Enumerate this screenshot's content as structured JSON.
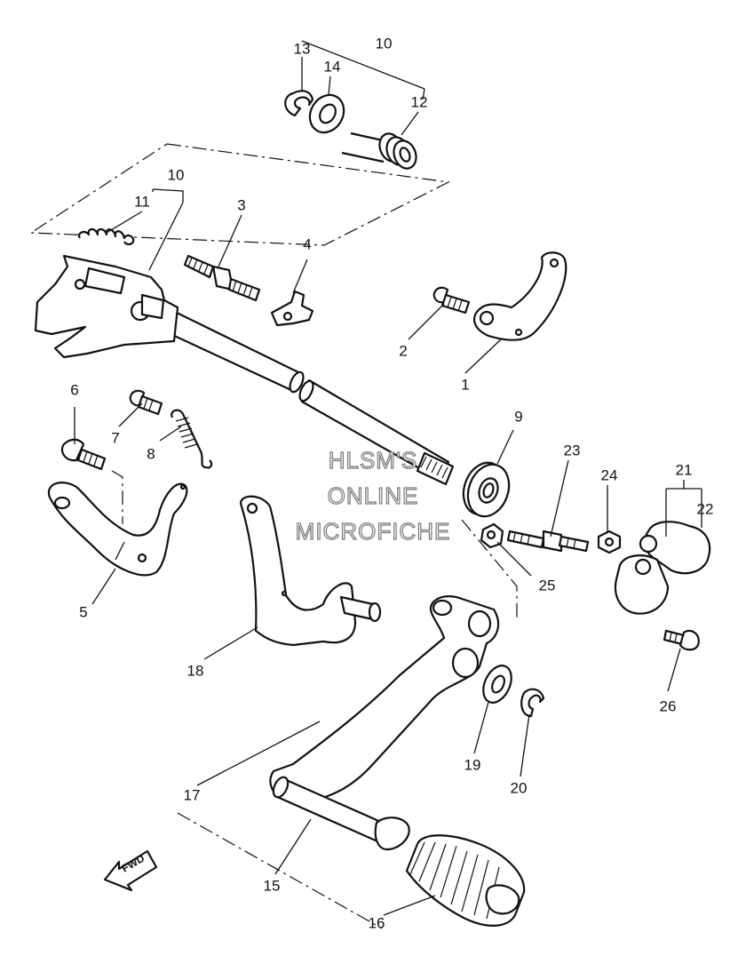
{
  "callouts": [
    {
      "id": "c1",
      "text": "1"
    },
    {
      "id": "c2",
      "text": "2"
    },
    {
      "id": "c3",
      "text": "3"
    },
    {
      "id": "c4",
      "text": "4"
    },
    {
      "id": "c5",
      "text": "5"
    },
    {
      "id": "c6",
      "text": "6"
    },
    {
      "id": "c7",
      "text": "7"
    },
    {
      "id": "c8",
      "text": "8"
    },
    {
      "id": "c9",
      "text": "9"
    },
    {
      "id": "c10a",
      "text": "10"
    },
    {
      "id": "c10b",
      "text": "10"
    },
    {
      "id": "c11",
      "text": "11"
    },
    {
      "id": "c12",
      "text": "12"
    },
    {
      "id": "c13",
      "text": "13"
    },
    {
      "id": "c14",
      "text": "14"
    },
    {
      "id": "c15",
      "text": "15"
    },
    {
      "id": "c16",
      "text": "16"
    },
    {
      "id": "c17",
      "text": "17"
    },
    {
      "id": "c18",
      "text": "18"
    },
    {
      "id": "c19",
      "text": "19"
    },
    {
      "id": "c20",
      "text": "20"
    },
    {
      "id": "c21",
      "text": "21"
    },
    {
      "id": "c22",
      "text": "22"
    },
    {
      "id": "c23",
      "text": "23"
    },
    {
      "id": "c24",
      "text": "24"
    },
    {
      "id": "c25",
      "text": "25"
    },
    {
      "id": "c26",
      "text": "26"
    }
  ],
  "watermark": [
    "HLSM'S",
    "ONLINE",
    "MICROFICHE"
  ],
  "fwd_label": "FWD"
}
